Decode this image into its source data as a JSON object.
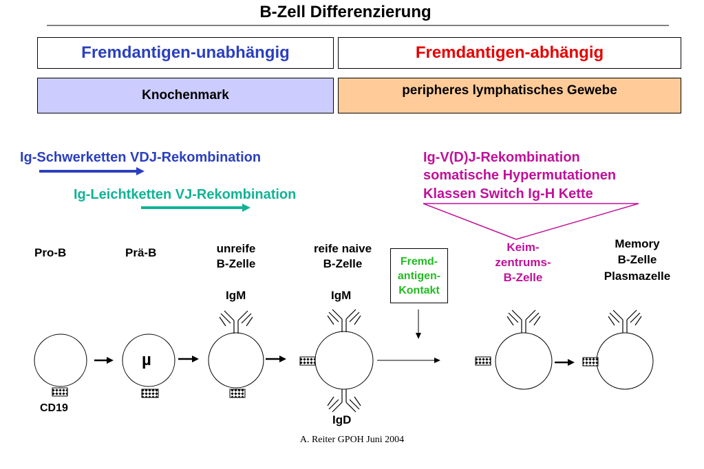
{
  "title": "B-Zell Differenzierung",
  "header_left": "Fremdantigen-unabhängig",
  "header_right": "Fremdantigen-abhängig",
  "location_left": "Knochenmark",
  "location_right": "peripheres lymphatisches Gewebe",
  "process_heavy": "Ig-Schwerketten VDJ-Rekombination",
  "process_light": "Ig-Leichtketten VJ-Rekombination",
  "process_right": [
    "Ig-V(D)J-Rekombination",
    "somatische Hypermutationen",
    "Klassen Switch Ig-H Kette"
  ],
  "stages": {
    "pro_b": "Pro-B",
    "prae_b": "Prä-B",
    "unreife": [
      "unreife",
      "B-Zelle"
    ],
    "reife": [
      "reife naive",
      "B-Zelle"
    ],
    "keim": [
      "Keim-",
      "zentrums-",
      "B-Zelle"
    ],
    "memory": [
      "Memory",
      "B-Zelle",
      "Plasmazelle"
    ]
  },
  "contact_box": [
    "Fremd-",
    "antigen-",
    "Kontakt"
  ],
  "labels": {
    "mu": "µ",
    "cd19": "CD19",
    "igm_1": "IgM",
    "igm_2": "IgM",
    "igd": "IgD"
  },
  "footer": "A. Reiter GPOH Juni 2004",
  "colors": {
    "blue": "#2b3fbf",
    "red": "#e60000",
    "teal": "#10b394",
    "magenta": "#c0109a",
    "green": "#22bb22",
    "lavender": "#ccccff",
    "peach": "#ffcc99"
  }
}
